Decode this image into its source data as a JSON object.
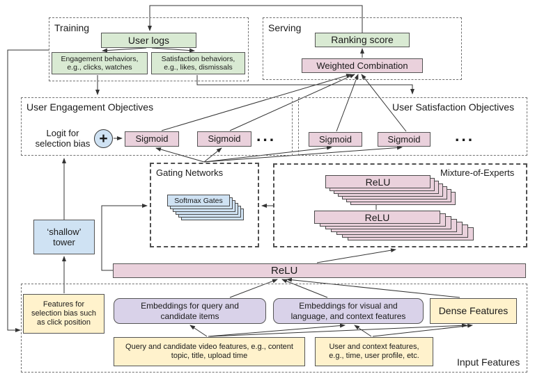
{
  "palette": {
    "green": "#d9ead3",
    "pink": "#ead1dc",
    "blue": "#cfe2f3",
    "yellow": "#fff2cc",
    "purple": "#d9d2e9",
    "line": "#333333"
  },
  "training": {
    "title": "Training",
    "user_logs": "User logs",
    "engagement": {
      "line1": "Engagement behaviors,",
      "line2": "e.g., clicks, watches"
    },
    "satisfaction": {
      "line1": "Satisfaction behaviors,",
      "line2": "e.g., likes, dismissals"
    }
  },
  "serving": {
    "title": "Serving",
    "ranking_score": "Ranking score",
    "weighted_combination": "Weighted Combination"
  },
  "objectives": {
    "engagement_title": "User Engagement Objectives",
    "satisfaction_title": "User Satisfaction Objectives",
    "logit": {
      "line1": "Logit for",
      "line2": "selection bias"
    },
    "plus": "+",
    "sigmoid": "Sigmoid",
    "ellipsis": "..."
  },
  "gating": {
    "title": "Gating Networks",
    "softmax": "Softmax Gates"
  },
  "moe": {
    "title": "Mixture-of-Experts",
    "relu_top": "ReLU",
    "relu_bottom": "ReLU"
  },
  "shared": {
    "relu": "ReLU"
  },
  "shallow_tower": {
    "line1": "‘shallow’",
    "line2": "tower"
  },
  "input": {
    "title": "Input Features",
    "selection_bias": {
      "line1": "Features for",
      "line2": "selection bias such",
      "line3": "as click position"
    },
    "emb_query": {
      "line1": "Embeddings for query and",
      "line2": "candidate items"
    },
    "emb_visual": {
      "line1": "Embeddings for visual and",
      "line2": "language, and context features"
    },
    "dense": "Dense Features",
    "query_features": {
      "line1": "Query and candidate video features, e.g., content",
      "line2": "topic, title, upload time"
    },
    "user_features": {
      "line1": "User and context features,",
      "line2": "e.g., time, user profile, etc."
    }
  }
}
